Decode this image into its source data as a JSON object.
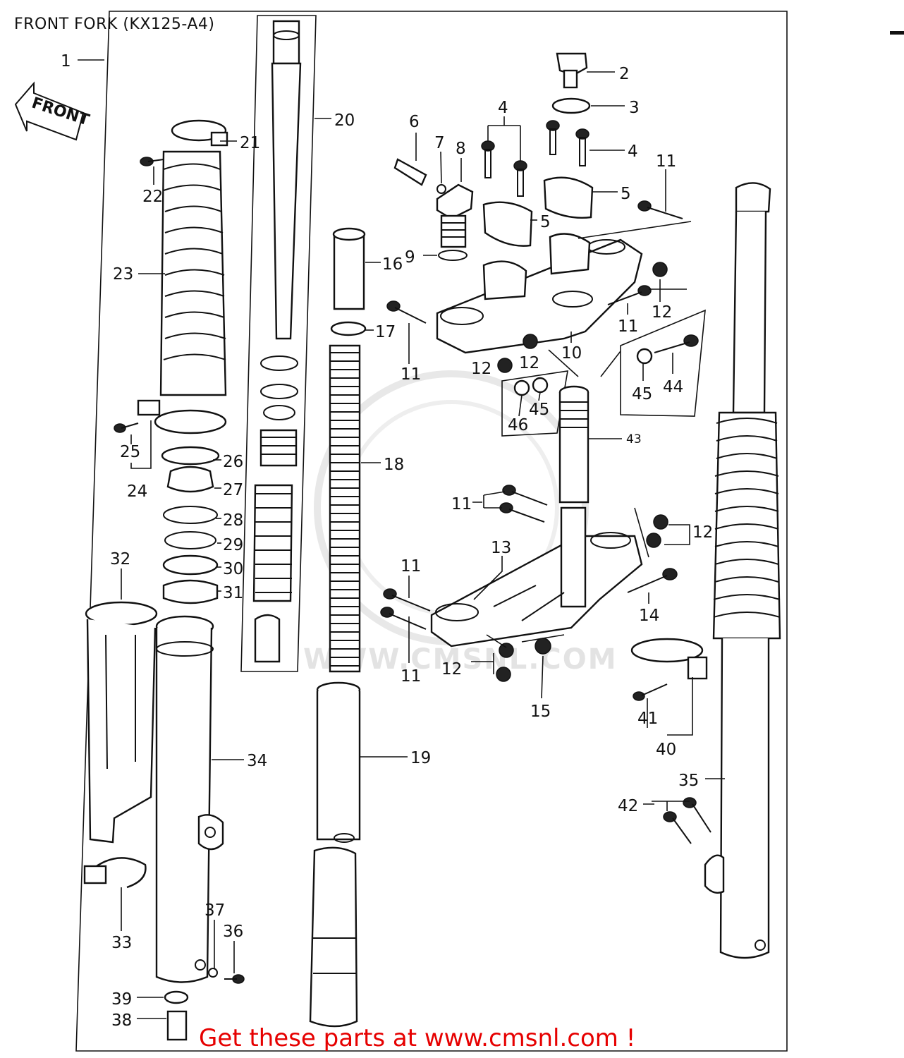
{
  "title": "FRONT FORK (KX125-A4)",
  "front_arrow": "FRONT",
  "footer": "Get these parts at www.cmsnl.com !",
  "watermark": "WWW.CMSNL.COM",
  "colors": {
    "footer": "#e60000",
    "line": "#111111",
    "watermark": "#e3e3e3"
  },
  "labels": [
    "1",
    "2",
    "3",
    "4",
    "4",
    "5",
    "5",
    "6",
    "7",
    "8",
    "9",
    "10",
    "11",
    "11",
    "11",
    "11",
    "11",
    "11",
    "11",
    "12",
    "12",
    "12",
    "12",
    "12",
    "13",
    "14",
    "15",
    "16",
    "17",
    "18",
    "19",
    "20",
    "21",
    "22",
    "23",
    "24",
    "25",
    "26",
    "27",
    "28",
    "29",
    "30",
    "31",
    "32",
    "33",
    "34",
    "35",
    "36",
    "37",
    "38",
    "39",
    "40",
    "41",
    "42",
    "43",
    "44",
    "45",
    "45",
    "46"
  ]
}
